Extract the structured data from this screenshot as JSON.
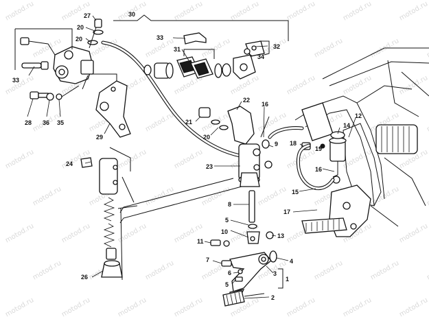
{
  "watermark": "motod.ru",
  "callouts": {
    "n1": "1",
    "n2": "2",
    "n3": "3",
    "n4": "4",
    "n5a": "5",
    "n5b": "5",
    "n6": "6",
    "n7": "7",
    "n8": "8",
    "n9": "9",
    "n10": "10",
    "n11": "11",
    "n12": "12",
    "n13": "13",
    "n14": "14",
    "n15": "15",
    "n16a": "16",
    "n16b": "16",
    "n17": "17",
    "n18": "18",
    "n19": "19",
    "n20a": "20",
    "n20b": "20",
    "n20c": "20",
    "n21": "21",
    "n22": "22",
    "n23": "23",
    "n24": "24",
    "n26": "26",
    "n27": "27",
    "n28": "28",
    "n29": "29",
    "n30": "30",
    "n31": "31",
    "n32": "32",
    "n33a": "33",
    "n33b": "33",
    "n34": "34",
    "n35": "35",
    "n36": "36"
  }
}
